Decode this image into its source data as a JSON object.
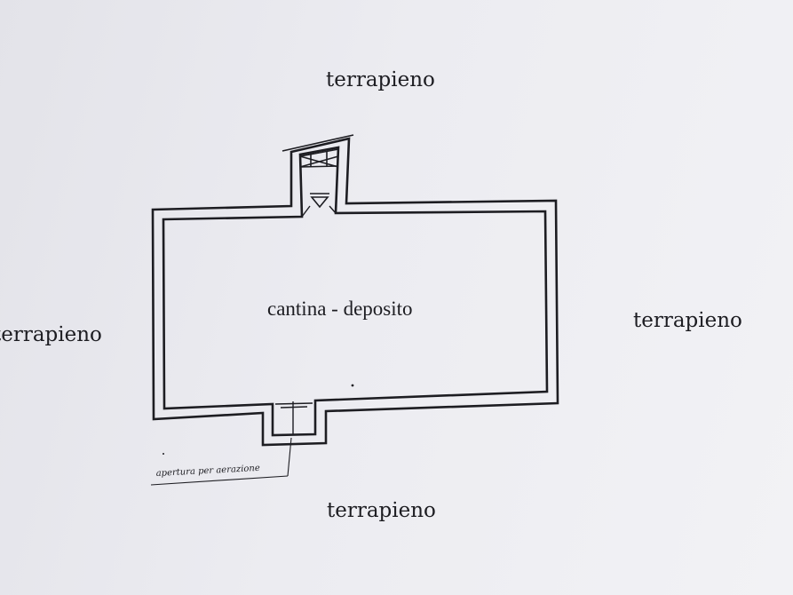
{
  "labels": {
    "top": "terrapieno",
    "left": "terrapieno",
    "right": "terrapieno",
    "bottom": "terrapieno",
    "room": "cantina - deposito",
    "note": "apertura per aerazione"
  },
  "colors": {
    "ink": "#1d1d22",
    "paper": "#ececf1"
  }
}
